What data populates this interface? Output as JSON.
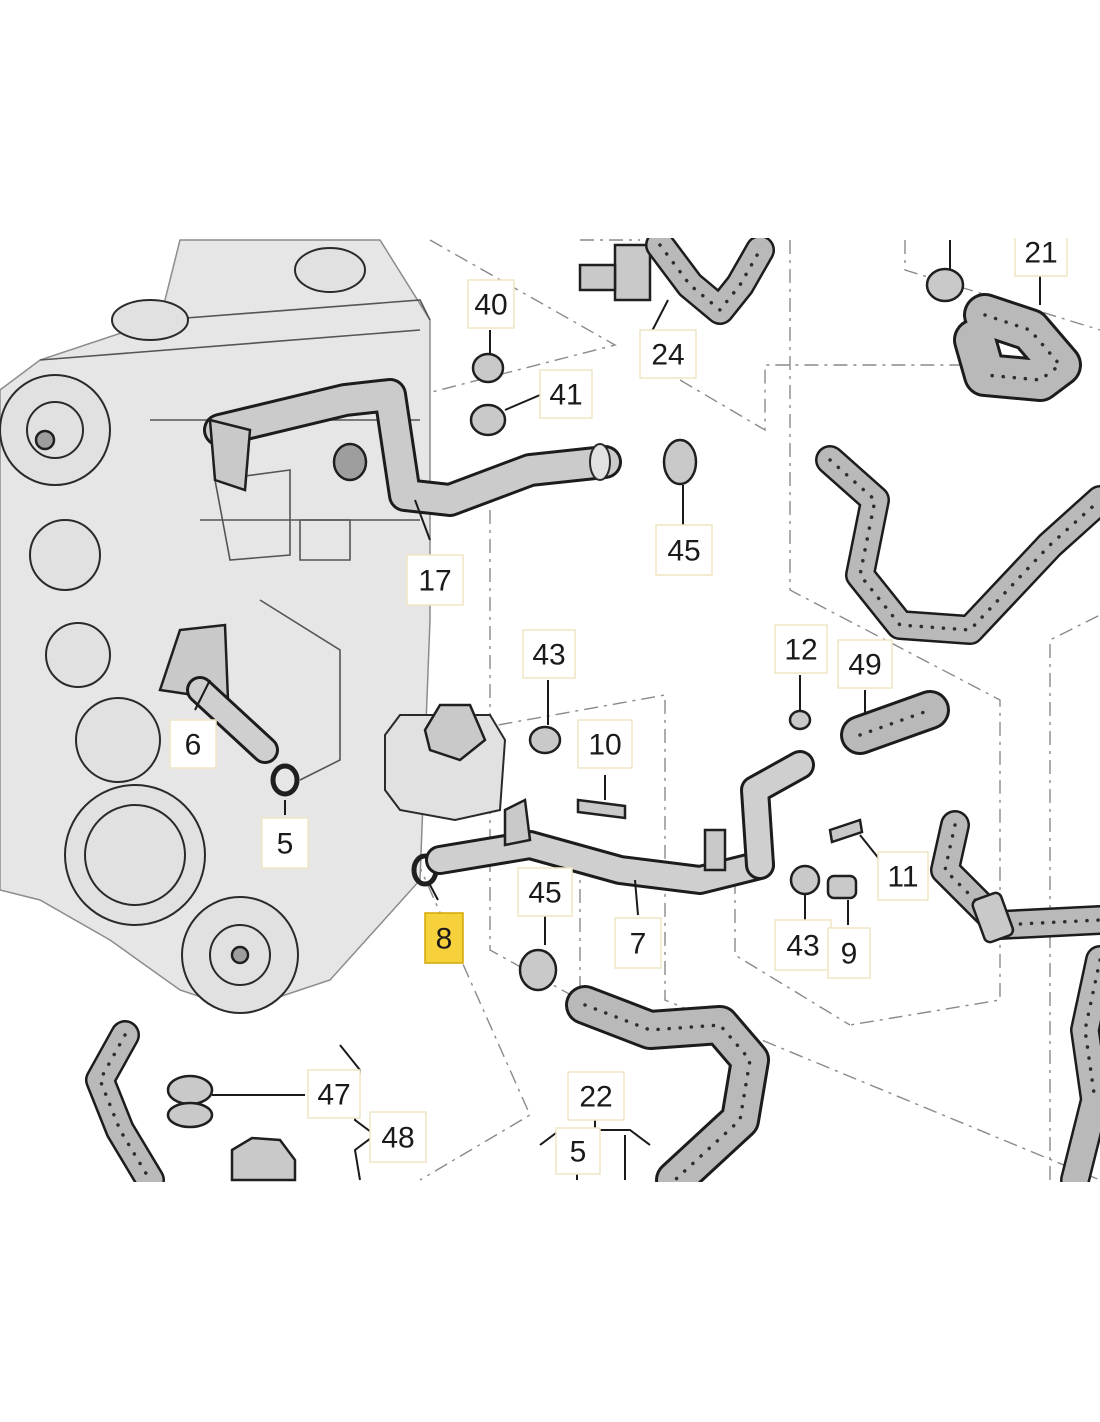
{
  "diagram": {
    "callouts": [
      {
        "id": "c40",
        "label": "40"
      },
      {
        "id": "c41",
        "label": "41"
      },
      {
        "id": "c24",
        "label": "24"
      },
      {
        "id": "c21",
        "label": "21"
      },
      {
        "id": "c17",
        "label": "17"
      },
      {
        "id": "c45a",
        "label": "45"
      },
      {
        "id": "c43a",
        "label": "43"
      },
      {
        "id": "c12",
        "label": "12"
      },
      {
        "id": "c49",
        "label": "49"
      },
      {
        "id": "c10",
        "label": "10"
      },
      {
        "id": "c6",
        "label": "6"
      },
      {
        "id": "c5a",
        "label": "5"
      },
      {
        "id": "c8",
        "label": "8",
        "highlighted": true
      },
      {
        "id": "c45b",
        "label": "45"
      },
      {
        "id": "c7",
        "label": "7"
      },
      {
        "id": "c43b",
        "label": "43"
      },
      {
        "id": "c9",
        "label": "9"
      },
      {
        "id": "c11",
        "label": "11"
      },
      {
        "id": "c47",
        "label": "47"
      },
      {
        "id": "c48",
        "label": "48"
      },
      {
        "id": "c22",
        "label": "22"
      },
      {
        "id": "c5b",
        "label": "5"
      }
    ],
    "colors": {
      "highlight": "#f7d13c",
      "callout_border": "#efe6c4",
      "part_gray": "#c9c9c9",
      "engine_gray": "#e6e6e6"
    }
  }
}
